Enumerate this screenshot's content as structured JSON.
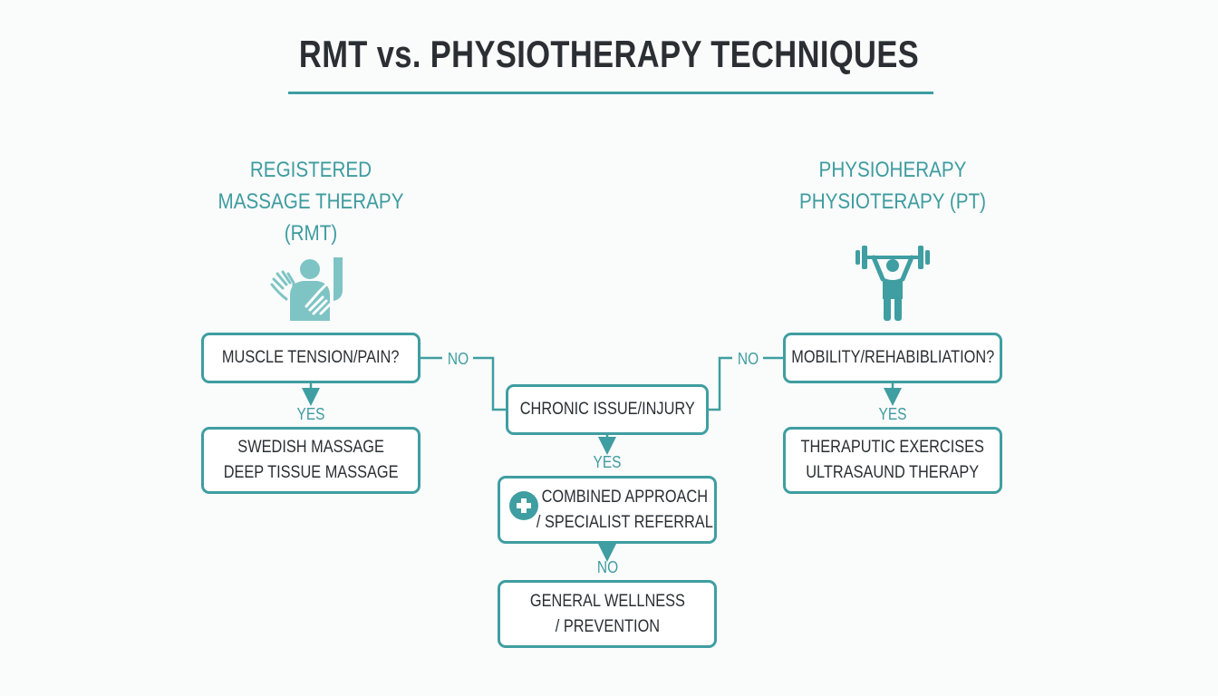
{
  "title": "RMT vs. PHYSIOTHERAPY TECHNIQUES",
  "left_heading": [
    "REGISTERED",
    "MASSAGE THERAPY",
    "(RMT)"
  ],
  "right_heading": [
    "PHYSIOHERAPY",
    "PHYSIOTERAPY (PT)"
  ],
  "left_question": "MUSCLE TENSION/PAIN?",
  "left_result": [
    "SWEDISH MASSAGE",
    "DEEP TISSUE MASSAGE"
  ],
  "center_question": "CHRONIC ISSUE/INJURY",
  "center_result": [
    "COMBINED APPROACH",
    "/ SPECIALIST REFERRAL"
  ],
  "bottom_result": [
    "GENERAL WELLNESS",
    "/ PREVENTION"
  ],
  "right_question": "MOBILITY/REHABIBLIATION?",
  "right_result": [
    "THERAPUTIC EXERCISES",
    "ULTRASAUND THERAPY"
  ],
  "labels": {
    "left_yes": "YES",
    "left_no": "NO",
    "right_no": "NO",
    "right_yes": "YES",
    "center_yes": "YES",
    "center_no": "NO"
  },
  "icons": {
    "left": "massage-hands-icon",
    "right": "weightlifter-icon",
    "center": "plus-circle-icon"
  },
  "colors": {
    "accent": "#3f9ea1",
    "text": "#2b2f33",
    "background": "#fafbfb"
  }
}
